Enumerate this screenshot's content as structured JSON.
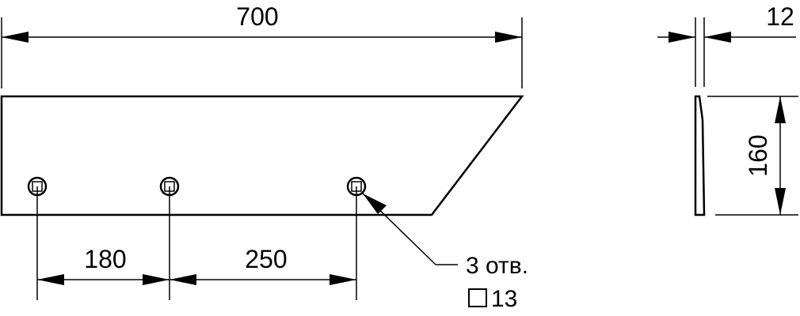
{
  "dimensions": {
    "length": "700",
    "thickness": "12",
    "height": "160",
    "hole_spacing_1": "180",
    "hole_spacing_2": "250"
  },
  "hole_note": {
    "count_text": "3 отв.",
    "size_text": "13"
  },
  "icons": {
    "square_symbol": "square-hole-symbol"
  }
}
